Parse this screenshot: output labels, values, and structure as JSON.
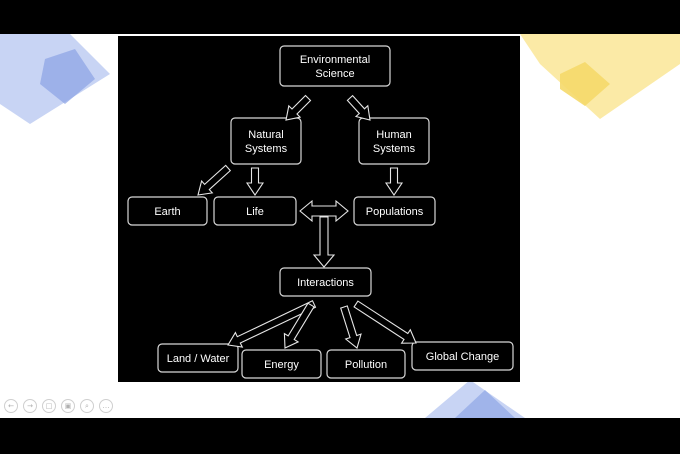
{
  "diagram": {
    "nodes": {
      "environmental_science": [
        "Environmental",
        "Science"
      ],
      "natural_systems": [
        "Natural",
        "Systems"
      ],
      "human_systems": [
        "Human",
        "Systems"
      ],
      "earth": [
        "Earth"
      ],
      "life": [
        "Life"
      ],
      "populations": [
        "Populations"
      ],
      "interactions": [
        "Interactions"
      ],
      "land_water": [
        "Land / Water"
      ],
      "energy": [
        "Energy"
      ],
      "pollution": [
        "Pollution"
      ],
      "global_change": [
        "Global Change"
      ]
    },
    "edges": [
      [
        "environmental_science",
        "natural_systems"
      ],
      [
        "environmental_science",
        "human_systems"
      ],
      [
        "natural_systems",
        "earth"
      ],
      [
        "natural_systems",
        "life"
      ],
      [
        "human_systems",
        "populations"
      ],
      [
        "life",
        "populations"
      ],
      [
        "interactions",
        "land_water"
      ],
      [
        "interactions",
        "energy"
      ],
      [
        "interactions",
        "pollution"
      ],
      [
        "interactions",
        "global_change"
      ]
    ]
  },
  "toolbar": {
    "icons": [
      "prev-icon",
      "next-icon",
      "copy-icon",
      "image-icon",
      "zoom-icon",
      "more-icon"
    ],
    "glyphs": [
      "←",
      "→",
      "□",
      "▣",
      "⌕",
      "…"
    ]
  },
  "colors": {
    "slide_background": "#000000",
    "stroke": "#e6e6e6",
    "deco_blue": "#8fa6e6",
    "deco_yellow": "#f5d96a"
  }
}
